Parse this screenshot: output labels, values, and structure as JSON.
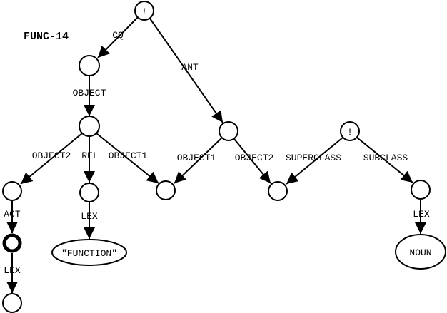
{
  "diagram": {
    "title": "FUNC-14",
    "nodes": {
      "root": "!",
      "class_assertion": "!",
      "function_literal": "\"FUNCTION\"",
      "noun_literal": "NOUN"
    },
    "edge_labels": {
      "cq": "CQ",
      "ant": "ANT",
      "object": "OBJECT",
      "object2_left": "OBJECT2",
      "rel": "REL",
      "object1_left": "OBJECT1",
      "object1_right": "OBJECT1",
      "object2_right": "OBJECT2",
      "superclass": "SUPERCLASS",
      "subclass": "SUBCLASS",
      "act": "ACT",
      "lex_function": "LEX",
      "lex_act": "LEX",
      "lex_noun": "LEX"
    }
  }
}
